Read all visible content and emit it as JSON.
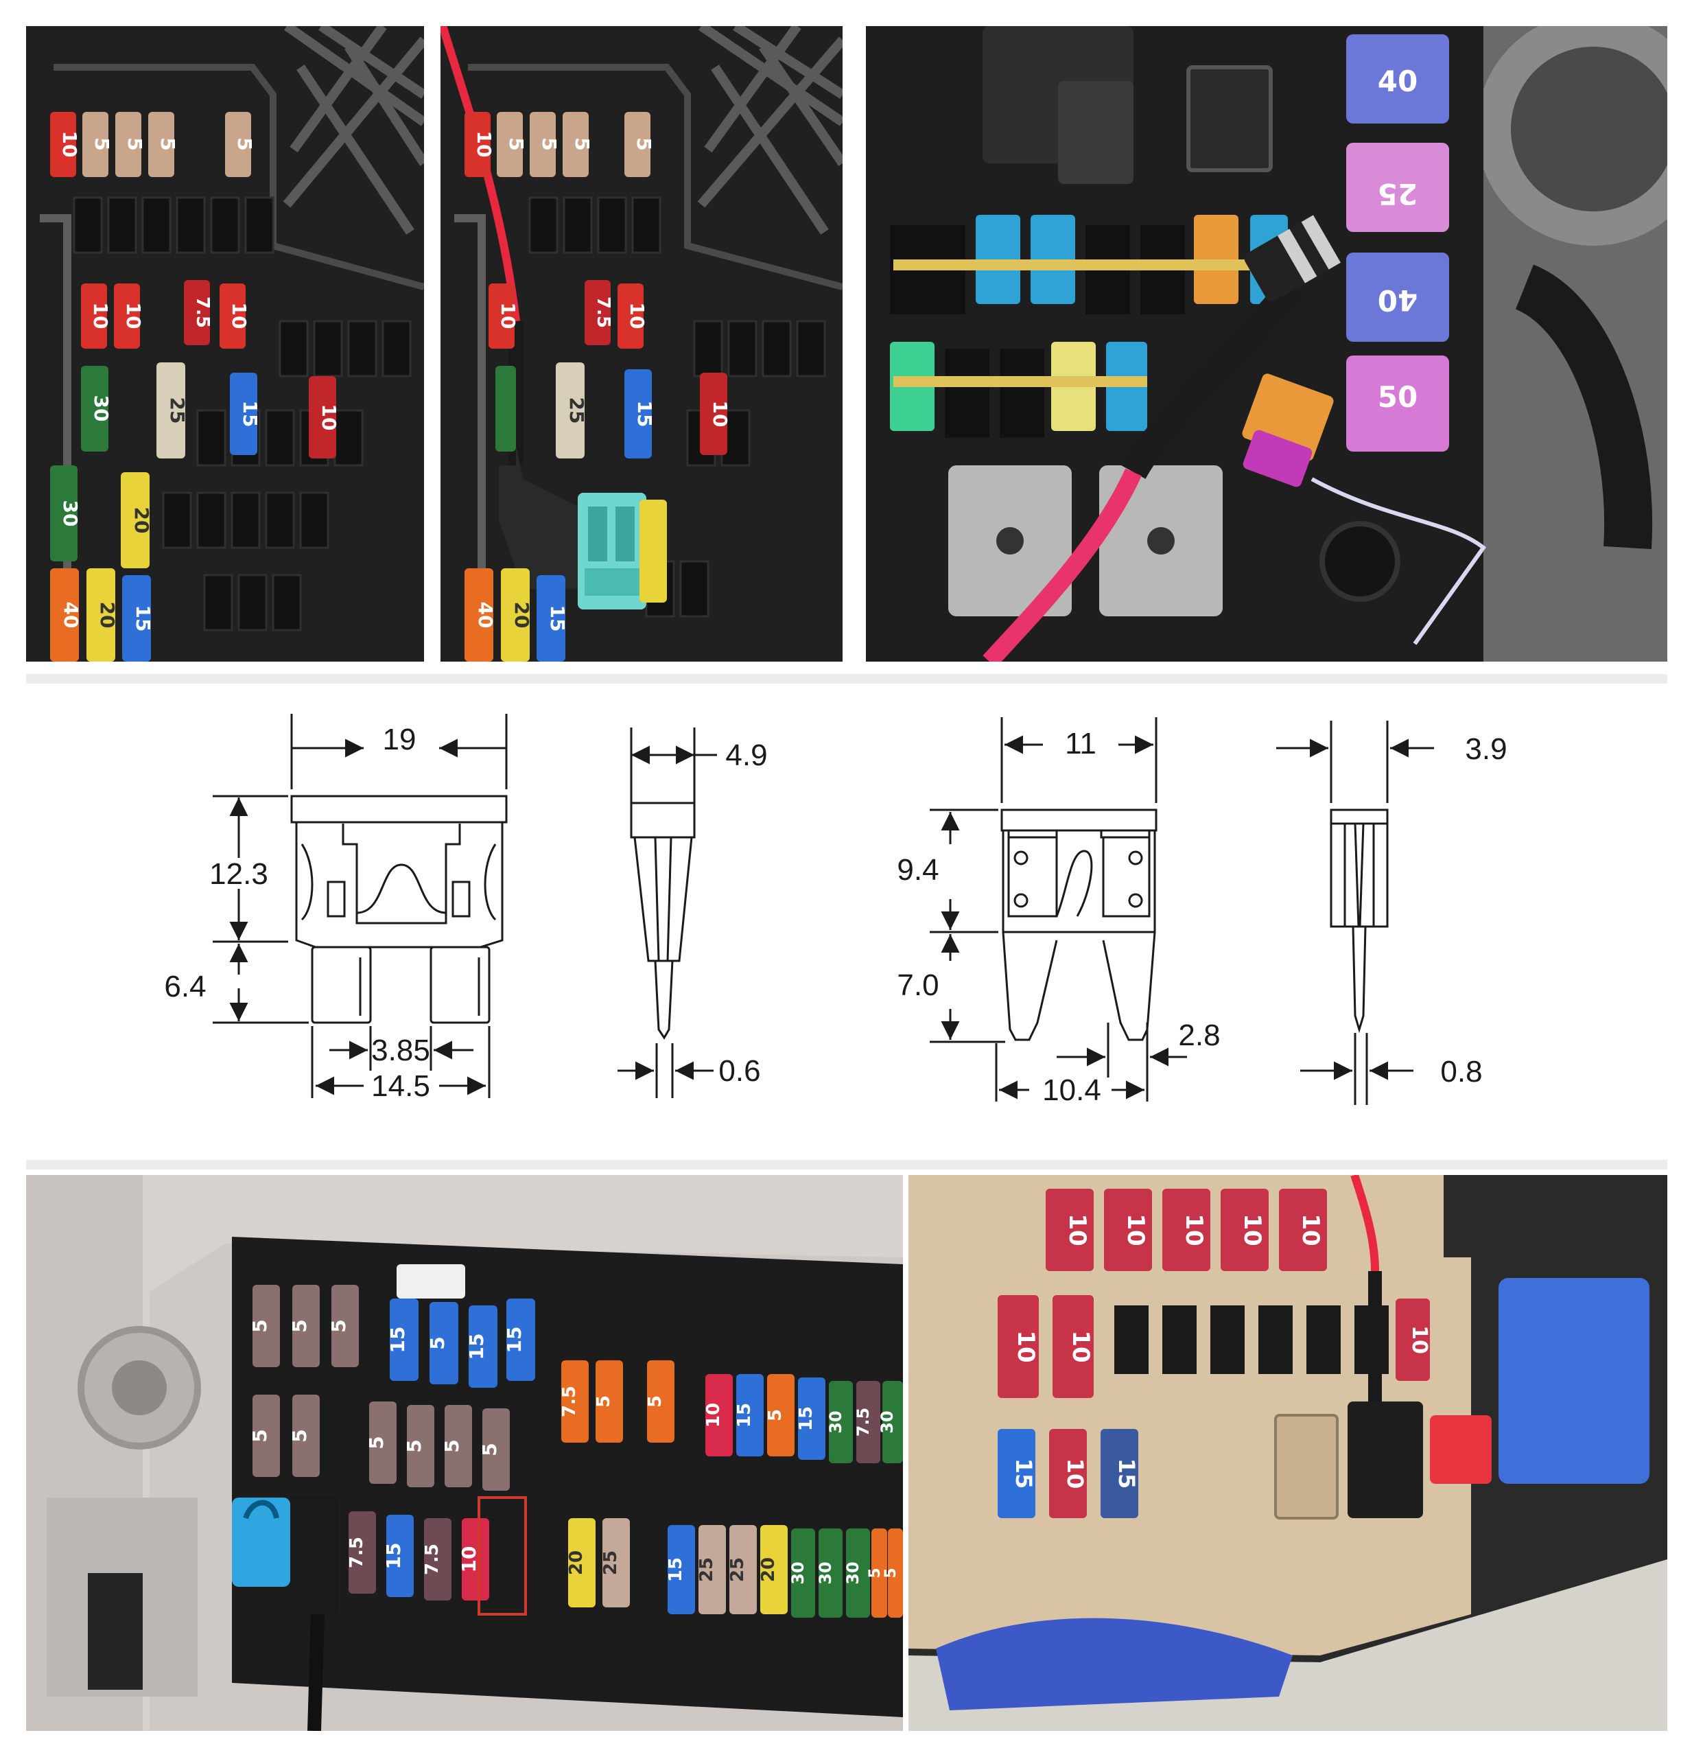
{
  "photos": {
    "top_left": {
      "row1": [
        "10",
        "5",
        "5",
        "5",
        "5"
      ],
      "row2": [
        "10",
        "10",
        "7.5",
        "10"
      ],
      "row3": [
        "30",
        "25",
        "15",
        "10"
      ],
      "row4": [
        "30",
        "20"
      ],
      "row5": [
        "40",
        "20",
        "15"
      ]
    },
    "top_middle": {
      "row1": [
        "10",
        "5",
        "5",
        "5",
        "5"
      ],
      "row2": [
        "10",
        "7.5",
        "10"
      ],
      "row3": [
        "25",
        "15",
        "10"
      ],
      "row5": [
        "40",
        "20",
        "15"
      ]
    },
    "top_right": {
      "maxi_fuses": [
        "40",
        "25",
        "40",
        "50"
      ]
    },
    "bottom_left": {
      "row1": [
        "5",
        "5",
        "5",
        "15",
        "5",
        "15",
        "15"
      ],
      "row2": [
        "5",
        "5",
        "5",
        "5",
        "5",
        "5"
      ],
      "row3": [
        "7.5",
        "15",
        "7.5",
        "10"
      ],
      "right_top": [
        "7.5",
        "5",
        "5",
        "10",
        "15",
        "5",
        "15",
        "30",
        "7.5",
        "30"
      ],
      "right_bottom": [
        "20",
        "25",
        "15",
        "25",
        "25",
        "20",
        "30",
        "30",
        "30",
        "5",
        "5"
      ]
    },
    "bottom_right": {
      "row1": [
        "10",
        "10",
        "10",
        "10",
        "10"
      ],
      "row2": [
        "10",
        "10",
        "10"
      ],
      "row3": [
        "15",
        "10",
        "15"
      ]
    }
  },
  "diagrams": {
    "standard_fuse_front": {
      "width": "19",
      "body_height": "12.3",
      "blade_length": "6.4",
      "blade_width": "3.85",
      "blade_span": "14.5"
    },
    "standard_fuse_side": {
      "thickness": "4.9",
      "blade_thickness": "0.6"
    },
    "mini_fuse_front": {
      "width": "11",
      "body_height": "9.4",
      "blade_length": "7.0",
      "blade_width": "2.8",
      "blade_span": "10.4"
    },
    "mini_fuse_side": {
      "thickness": "3.9",
      "blade_thickness": "0.8"
    }
  },
  "colors": {
    "fuse_red": "#d8322a",
    "fuse_tan": "#c9a58b",
    "fuse_blue": "#2f6fd8",
    "fuse_green": "#2c7a3a",
    "fuse_yellow": "#e8d43a",
    "fuse_clear": "#d8cfb8",
    "fuse_orange": "#e86d22",
    "fuse_violet": "#b889c9",
    "wire_red": "#e8283f",
    "diagram_line": "#1a1a1a"
  }
}
